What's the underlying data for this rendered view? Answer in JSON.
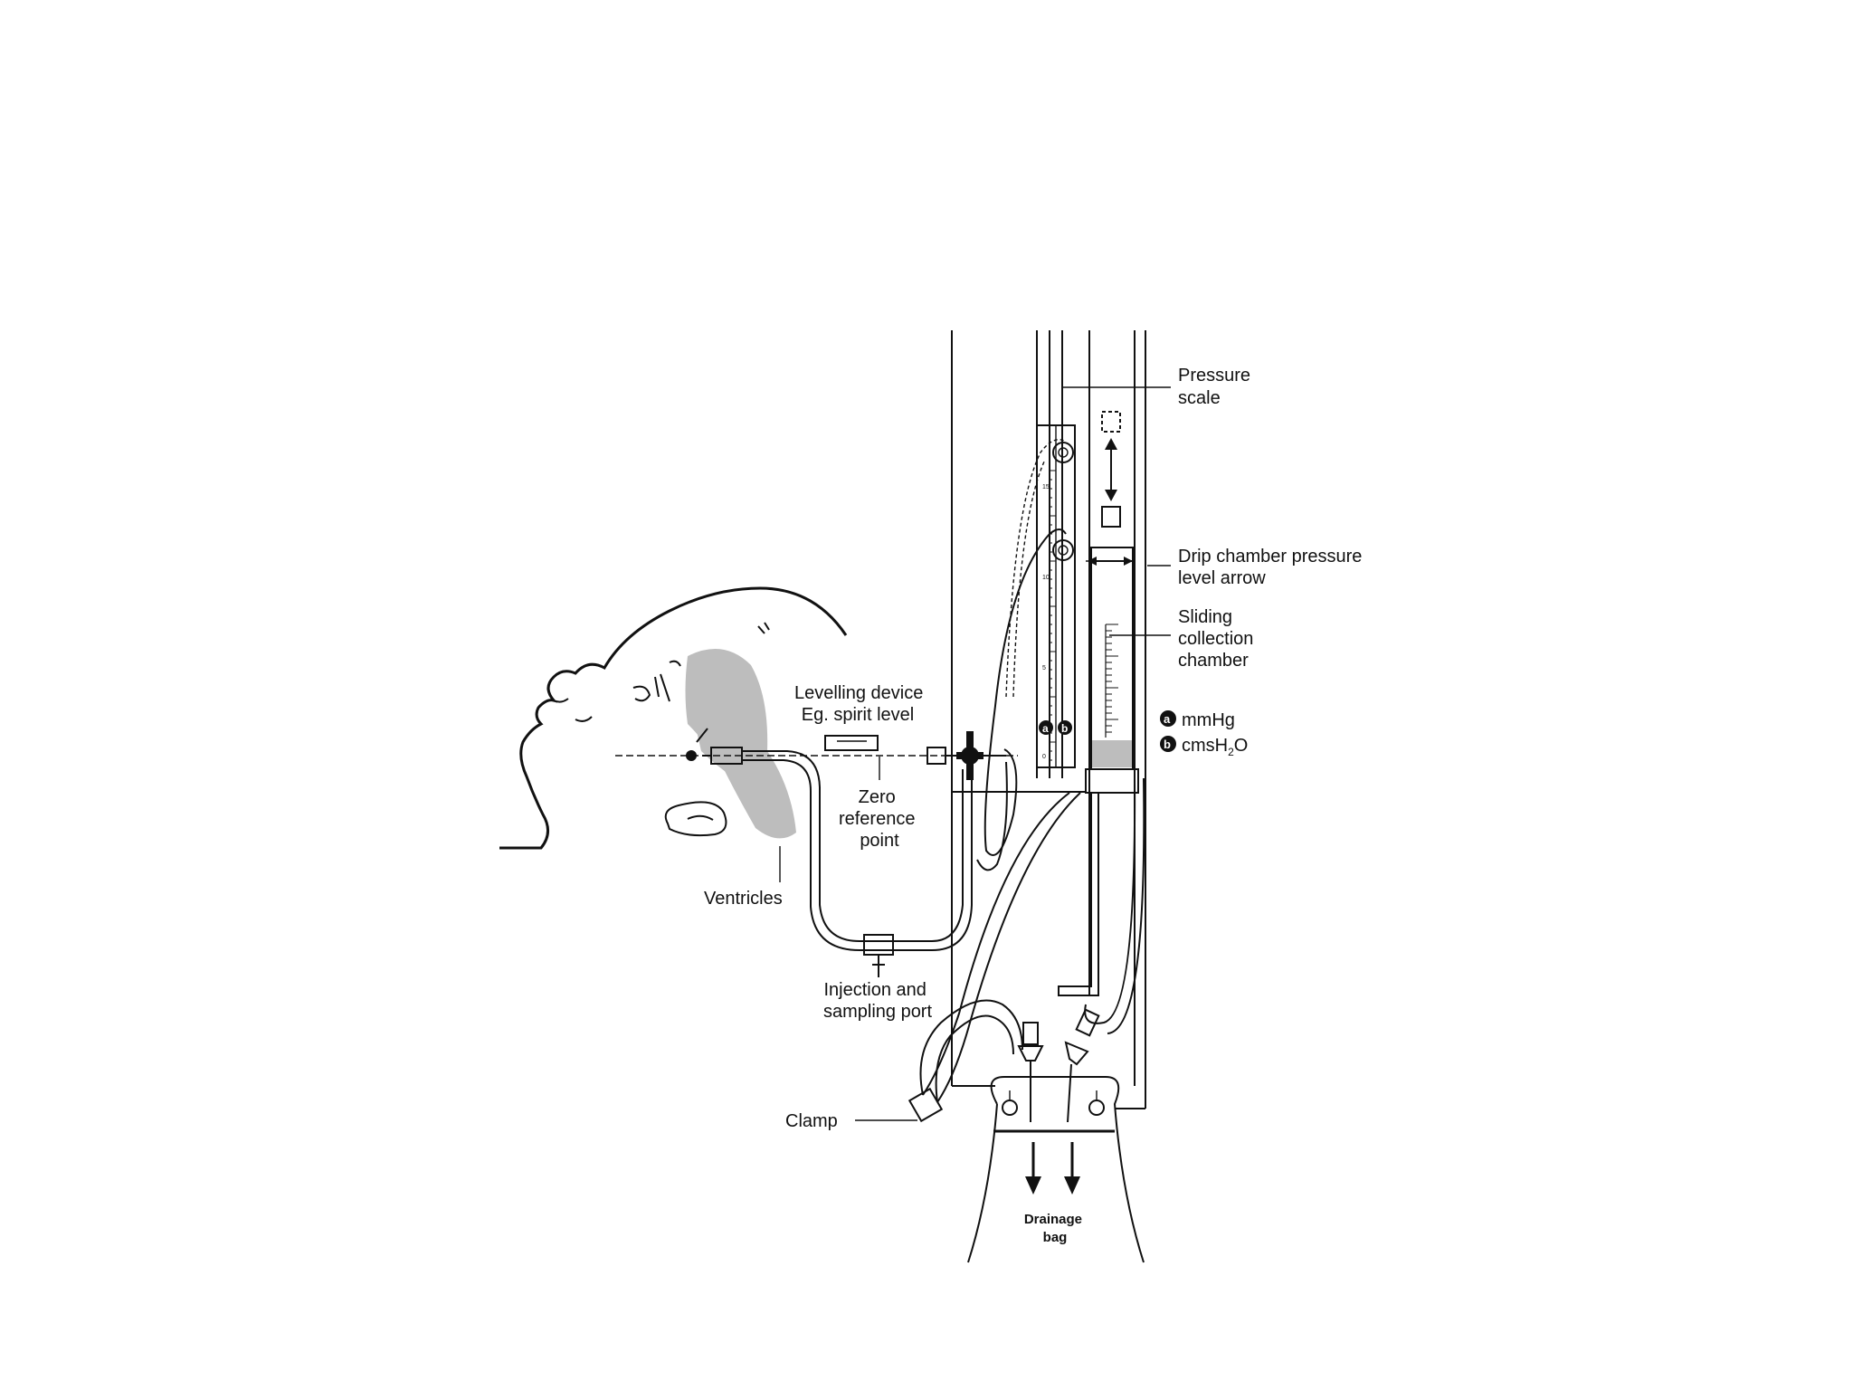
{
  "labels": {
    "pressure_scale": [
      "Pressure",
      "scale"
    ],
    "drip_chamber": [
      "Drip chamber pressure",
      "level arrow"
    ],
    "sliding_chamber": [
      "Sliding",
      "collection",
      "chamber"
    ],
    "legend_a_badge": "a",
    "legend_a_text": "mmHg",
    "legend_b_badge": "b",
    "legend_b_text": "cmsH",
    "legend_b_sub": "2",
    "legend_b_tail": "O",
    "levelling": [
      "Levelling device",
      "Eg. spirit level"
    ],
    "zero_ref": [
      "Zero",
      "reference",
      "point"
    ],
    "ventricles": "Ventricles",
    "injection": [
      "Injection and",
      "sampling port"
    ],
    "clamp": "Clamp",
    "drainage": [
      "Drainage",
      "bag"
    ]
  },
  "scale_ticks": [
    "15",
    "10",
    "5",
    "0"
  ],
  "badges": [
    "a",
    "b"
  ]
}
